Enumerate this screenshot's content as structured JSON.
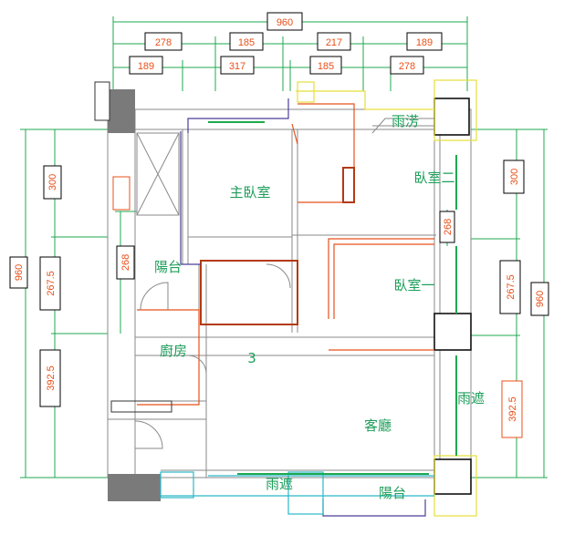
{
  "dimensions": {
    "top_total": "960",
    "top_row1": [
      "278",
      "185",
      "217",
      "189"
    ],
    "top_row2": [
      "189",
      "317",
      "185",
      "278"
    ],
    "left_total": "960",
    "left_parts": [
      "300",
      "267.5",
      "392.5"
    ],
    "left_mid": "268",
    "right_total": "960",
    "right_parts": [
      "300",
      "267.5",
      "392.5"
    ],
    "right_mid": "268"
  },
  "rooms": {
    "master_bedroom": "主臥室",
    "bedroom_2": "臥室二",
    "bedroom_1": "臥室一",
    "balcony_left": "陽台",
    "kitchen": "廚房",
    "living_room": "客廳",
    "rain_shelter_top": "雨淓",
    "rain_shelter_right": "雨遮",
    "rain_shelter_bottom": "雨遮",
    "balcony_bottom": "陽台",
    "marker": "3"
  },
  "colors": {
    "dimension_text": "#e8501a",
    "room_label": "#1e9e5a",
    "wall_gray": "#8a8a8a",
    "column_fill": "#7a7a7a"
  }
}
